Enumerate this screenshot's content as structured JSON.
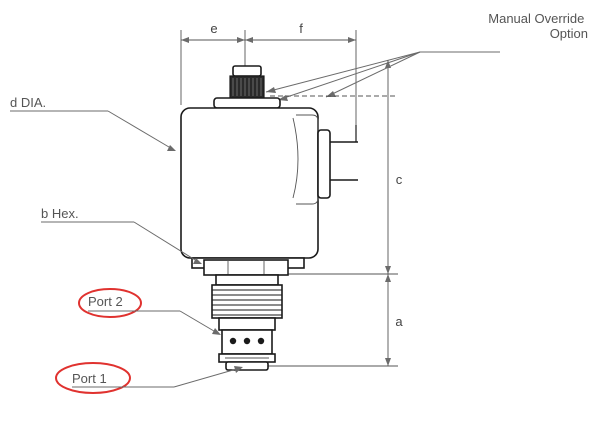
{
  "diagram": {
    "labels": {
      "manual_override": [
        "Manual Override",
        "Option"
      ],
      "d_dia": "d DIA.",
      "b_hex": "b Hex.",
      "port2": "Port 2",
      "port1": "Port 1"
    },
    "dimensions": {
      "a": "a",
      "c": "c",
      "e": "e",
      "f": "f"
    },
    "colors": {
      "port_highlight": "#e0322f",
      "line": "#1a1a1a",
      "leader": "#6b6b6b"
    }
  }
}
